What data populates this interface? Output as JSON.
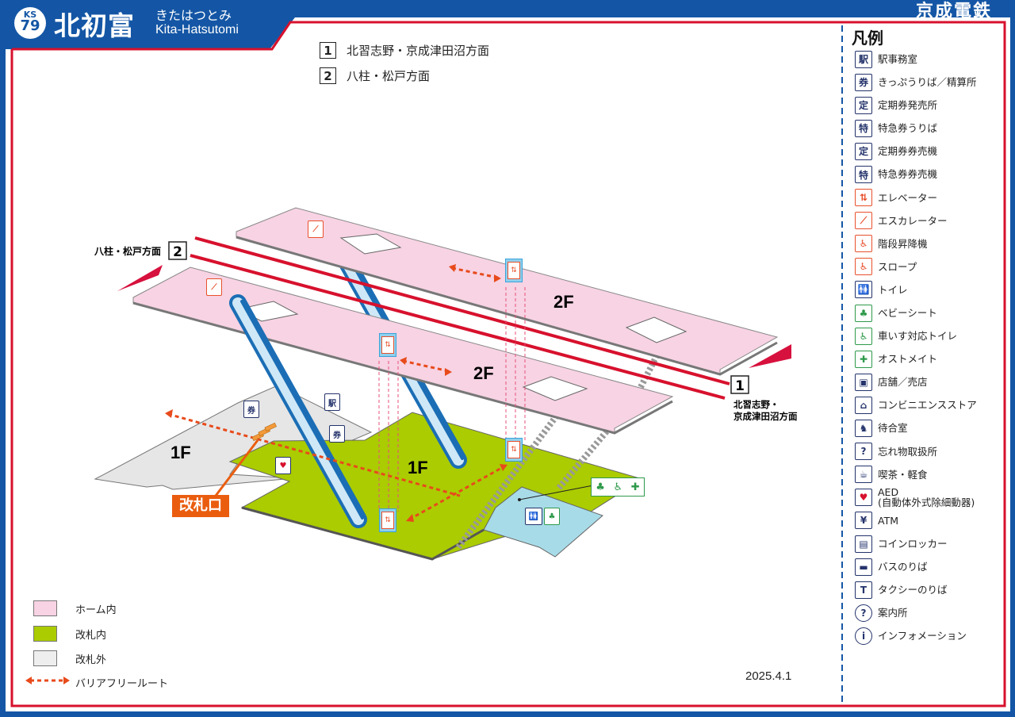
{
  "header": {
    "line_code": "KS",
    "station_number": "79",
    "station_name": "北初富",
    "station_kana": "きたはつとみ",
    "station_romaji": "Kita-Hatsutomi",
    "brand": "京成電鉄"
  },
  "directions": [
    {
      "number": "1",
      "label": "北習志野・京成津田沼方面"
    },
    {
      "number": "2",
      "label": "八柱・松戸方面"
    }
  ],
  "map": {
    "left_direction": {
      "number": "2",
      "label": "八柱・松戸方面"
    },
    "right_direction": {
      "number": "1",
      "label_line1": "北習志野・",
      "label_line2": "京成津田沼方面"
    },
    "floor_2f_back": "2F",
    "floor_2f_front": "2F",
    "floor_1f_outside": "1F",
    "floor_1f_inside": "1F",
    "gate_label": "改札口",
    "colors": {
      "platform": "#f7d3e3",
      "inside_gate": "#aacc00",
      "outside_gate": "#e6e6e6",
      "restroom_area": "#a8dbe8",
      "track": "#d7112d",
      "route": "#e84a1b",
      "escalator": "#1b6eb5"
    }
  },
  "bottom_legend": [
    {
      "label": "ホーム内",
      "color": "#f7d3e3"
    },
    {
      "label": "改札内",
      "color": "#aacc00"
    },
    {
      "label": "改札外",
      "color": "#eeeeee"
    },
    {
      "label": "バリアフリールート"
    }
  ],
  "date": "2025.4.1",
  "legend": {
    "title": "凡例",
    "items": [
      {
        "icon": "station-office-icon",
        "glyph": "駅",
        "label": "駅事務室",
        "tone": "n"
      },
      {
        "icon": "ticket-office-icon",
        "glyph": "券",
        "label": "きっぷうりば／精算所",
        "tone": "n"
      },
      {
        "icon": "commuter-pass-office-icon",
        "glyph": "定",
        "label": "定期券発売所",
        "tone": "n"
      },
      {
        "icon": "limited-express-ticket-icon",
        "glyph": "特",
        "label": "特急券うりば",
        "tone": "n"
      },
      {
        "icon": "pass-machine-icon",
        "glyph": "定",
        "label": "定期券券売機",
        "tone": "n"
      },
      {
        "icon": "express-ticket-machine-icon",
        "glyph": "特",
        "label": "特急券券売機",
        "tone": "n"
      },
      {
        "icon": "elevator-icon",
        "glyph": "⇅",
        "label": "エレベーター",
        "tone": "o"
      },
      {
        "icon": "escalator-icon",
        "glyph": "⟋",
        "label": "エスカレーター",
        "tone": "o"
      },
      {
        "icon": "stair-lift-icon",
        "glyph": "♿",
        "label": "階段昇降機",
        "tone": "o"
      },
      {
        "icon": "slope-icon",
        "glyph": "♿",
        "label": "スロープ",
        "tone": "o"
      },
      {
        "icon": "toilet-icon",
        "glyph": "🚻",
        "label": "トイレ",
        "tone": "n"
      },
      {
        "icon": "baby-seat-icon",
        "glyph": "♣",
        "label": "ベビーシート",
        "tone": "g"
      },
      {
        "icon": "accessible-toilet-icon",
        "glyph": "♿",
        "label": "車いす対応トイレ",
        "tone": "g"
      },
      {
        "icon": "ostomate-icon",
        "glyph": "✚",
        "label": "オストメイト",
        "tone": "g"
      },
      {
        "icon": "shop-icon",
        "glyph": "▣",
        "label": "店舗／売店",
        "tone": "n"
      },
      {
        "icon": "convenience-store-icon",
        "glyph": "⌂",
        "label": "コンビニエンスストア",
        "tone": "n"
      },
      {
        "icon": "waiting-room-icon",
        "glyph": "♞",
        "label": "待合室",
        "tone": "n"
      },
      {
        "icon": "lost-and-found-icon",
        "glyph": "?",
        "label": "忘れ物取扱所",
        "tone": "n"
      },
      {
        "icon": "cafe-icon",
        "glyph": "☕",
        "label": "喫茶・軽食",
        "tone": "n"
      },
      {
        "icon": "aed-icon",
        "glyph": "♥",
        "label": "AED",
        "label2": "(自動体外式除細動器)",
        "tone": "r"
      },
      {
        "icon": "atm-icon",
        "glyph": "¥",
        "label": "ATM",
        "tone": "n"
      },
      {
        "icon": "coin-locker-icon",
        "glyph": "▤",
        "label": "コインロッカー",
        "tone": "n"
      },
      {
        "icon": "bus-icon",
        "glyph": "▬",
        "label": "バスのりば",
        "tone": "n"
      },
      {
        "icon": "taxi-icon",
        "glyph": "T",
        "label": "タクシーのりば",
        "tone": "n"
      },
      {
        "icon": "information-center-icon",
        "glyph": "?",
        "label": "案内所",
        "tone": "c"
      },
      {
        "icon": "information-icon",
        "glyph": "i",
        "label": "インフォメーション",
        "tone": "c"
      }
    ]
  }
}
